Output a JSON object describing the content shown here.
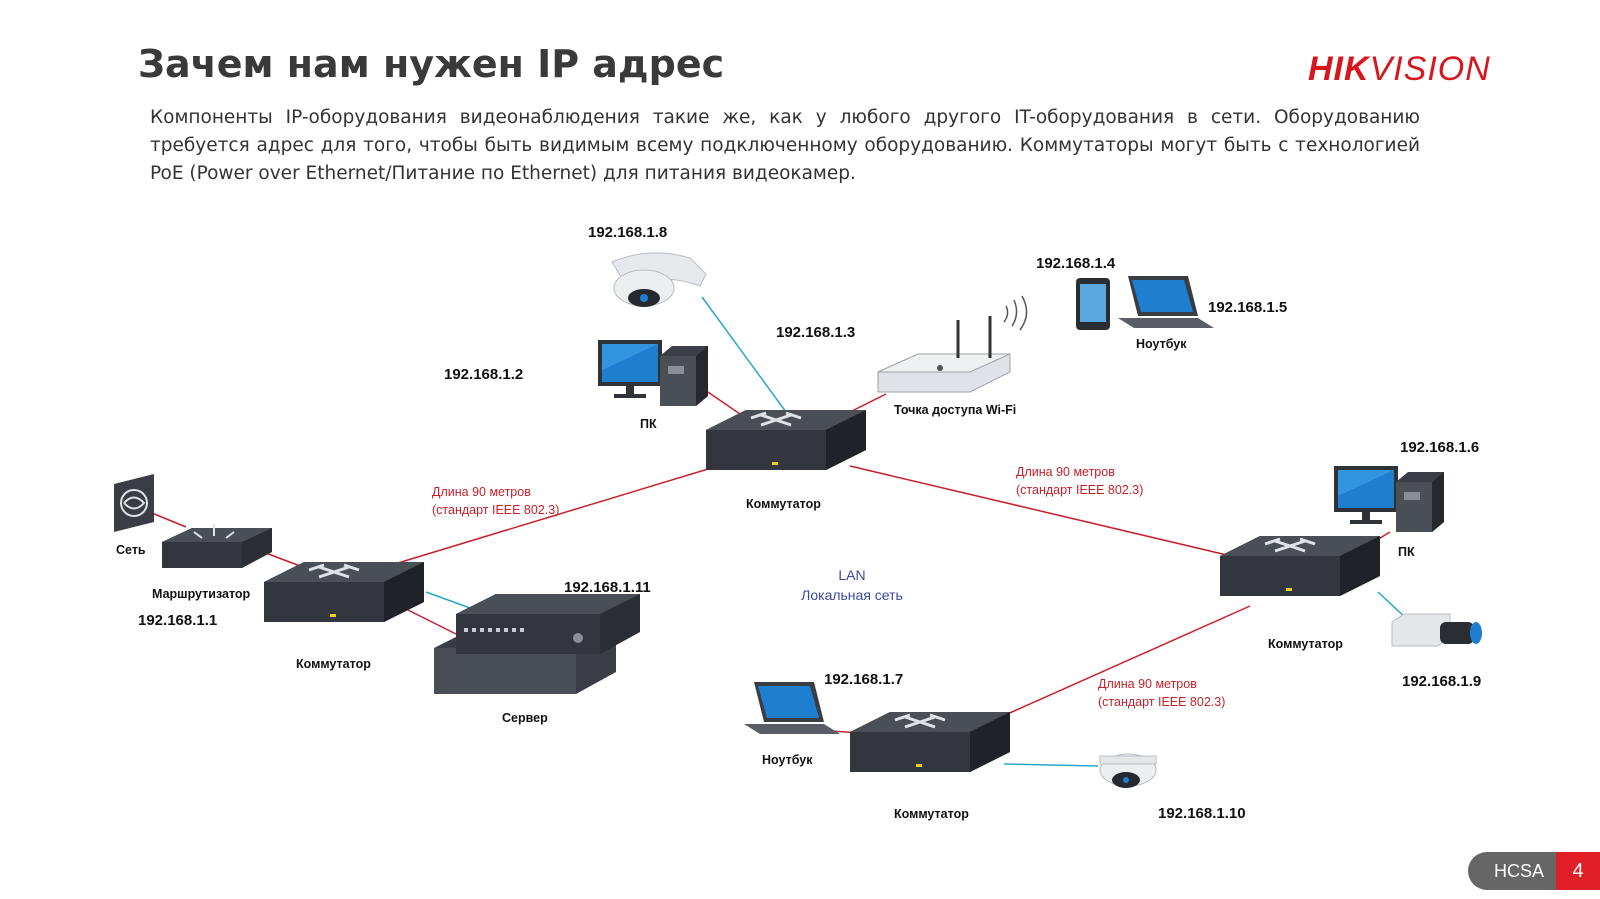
{
  "slide": {
    "title": "Зачем нам нужен IP адрес",
    "logo": {
      "part1": "HIK",
      "part2": "VISION"
    },
    "intro": "Компоненты IP-оборудования видеонаблюдения такие же, как у любого другого IT-оборудования в сети. Оборудованию требуется адрес для того, чтобы быть видимым всему подключенному оборудованию. Коммутаторы могут быть с технологией PoE (Power over Ethernet/Питание по Ethernet) для питания видеокамер.",
    "footer": {
      "label": "HCSA",
      "page": "4"
    }
  },
  "diagram": {
    "ips": {
      "ip1": "192.168.1.1",
      "ip2": "192.168.1.2",
      "ip3": "192.168.1.3",
      "ip4": "192.168.1.4",
      "ip5": "192.168.1.5",
      "ip6": "192.168.1.6",
      "ip7": "192.168.1.7",
      "ip8": "192.168.1.8",
      "ip9": "192.168.1.9",
      "ip10": "192.168.1.10",
      "ip11": "192.168.1.11"
    },
    "devices": {
      "internet": "Сеть",
      "router": "Маршрутизатор",
      "switch_left": "Коммутатор",
      "server": "Сервер",
      "pc_top": "ПК",
      "switch_top": "Коммутатор",
      "wifi": "Точка доступа Wi-Fi",
      "laptop_top": "Ноутбук",
      "pc_right": "ПК",
      "switch_right": "Коммутатор",
      "laptop_bottom": "Ноутбук",
      "switch_bottom": "Коммутатор"
    },
    "cable_notes": {
      "left": {
        "line1": "Длина 90 метров",
        "line2": "(стандарт IEEE 802.3)"
      },
      "right": {
        "line1": "Длина 90 метров",
        "line2": "(стандарт IEEE 802.3)"
      },
      "bottom": {
        "line1": "Длина 90 метров",
        "line2": "(стандарт IEEE 802.3)"
      }
    },
    "lan": {
      "line1": "LAN",
      "line2": "Локальная сеть"
    },
    "colors": {
      "cable_red": "#c8202a",
      "cable_cyan": "#2aa7c8",
      "device_dark": "#2e3136",
      "brand_red": "#d7161e"
    }
  }
}
